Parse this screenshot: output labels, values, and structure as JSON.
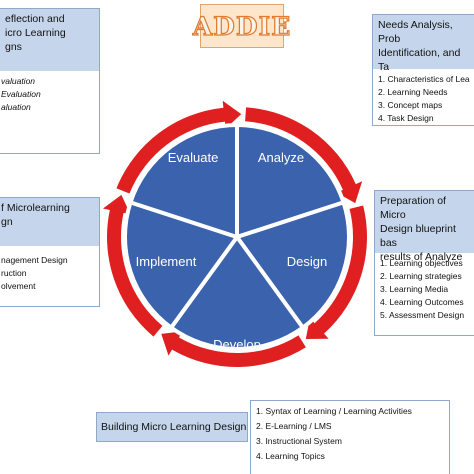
{
  "title": "ADDIE",
  "phases": {
    "evaluate": "Evaluate",
    "analyze": "Analyze",
    "design": "Design",
    "develop": "Develop",
    "implement": "Implement"
  },
  "boxes": {
    "evaluate": {
      "heading": "eflection and\nicro Learning\ngns",
      "items": [
        "valuation",
        "Evaluation",
        "aluation"
      ]
    },
    "analyze": {
      "heading": "Needs Analysis, Prob\nIdentification, and Ta",
      "items": [
        "1.  Characteristics of Lea",
        "2.  Learning Needs",
        "3.  Concept maps",
        "4.  Task Design"
      ]
    },
    "design": {
      "heading": "Preparation of Micro\nDesign blueprint bas\nresults of Analyze",
      "items": [
        "1.  Learning objectives",
        "2.  Learning strategies",
        "3.  Learning Media",
        "4.  Learning Outcomes",
        "5.  Assessment Design"
      ]
    },
    "implement": {
      "heading": "f Microlearning\ngn",
      "items": [
        "nagement Design",
        "ruction",
        "olvement"
      ]
    },
    "develop": {
      "heading": "Building Micro Learning Design",
      "items": [
        "1.  Syntax of Learning / Learning Activities",
        "2.  E-Learning / LMS",
        "3.  Instructional System",
        "4.  Learning Topics"
      ]
    }
  },
  "colors": {
    "wheel_fill": "#3b63ad",
    "ring_arrow": "#e02020",
    "box_header": "#c5d6ec",
    "title_text": "#e07a2e"
  }
}
